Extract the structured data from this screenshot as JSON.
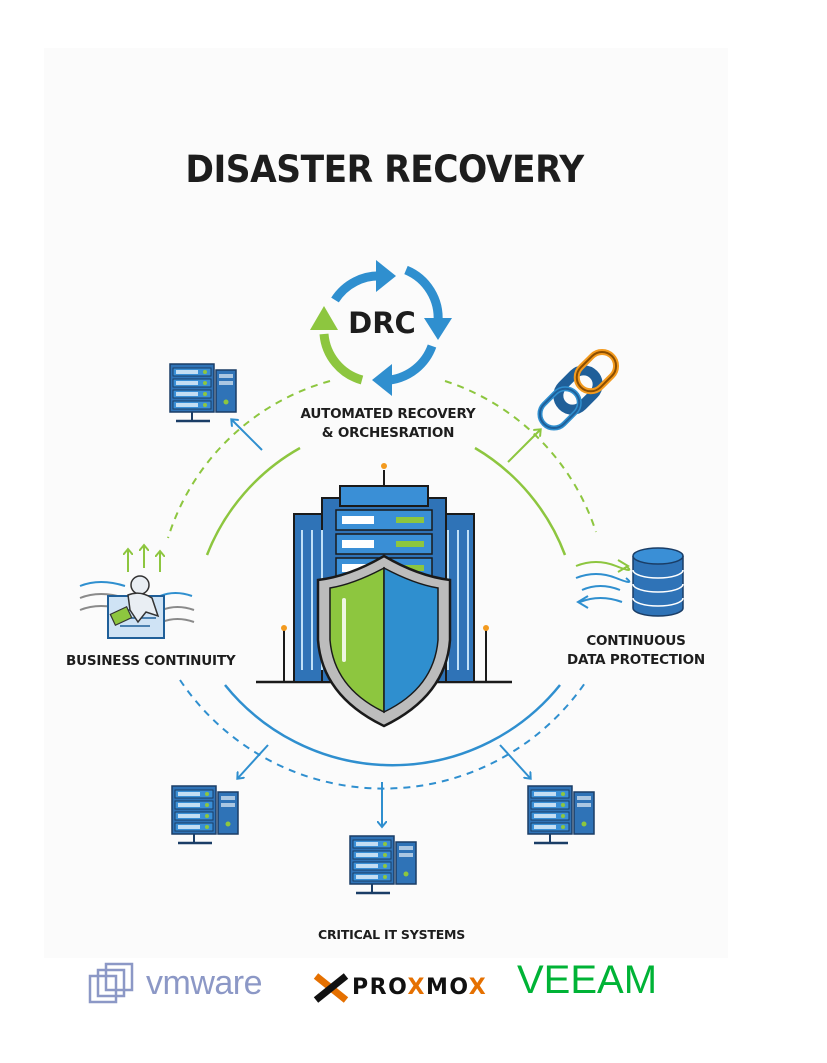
{
  "title": "DISASTER RECOVERY",
  "center_node": "DRC",
  "labels": {
    "automated_line1": "AUTOMATED RECOVERY",
    "automated_line2": "& ORCHESRATION",
    "business": "BUSINESS CONTINUITY",
    "continuous_line1": "CONTINUOUS",
    "continuous_line2": "DATA PROTECTION",
    "critical": "CRITICAL IT SYSTEMS"
  },
  "logos": {
    "vmware": "vmware",
    "proxmox_p1": "PRO",
    "proxmox_x1": "X",
    "proxmox_p2": "MO",
    "proxmox_x2": "X",
    "veeam": "VEEAM"
  },
  "colors": {
    "blue": "#2f8fcf",
    "dark_blue": "#1f5f99",
    "green": "#8dc63f",
    "orange": "#f39a1e",
    "text": "#1d1d1d"
  },
  "icons": [
    "cycle-arrows-icon",
    "server-rack-icon",
    "chain-link-icon",
    "database-icon",
    "shield-icon",
    "datacenter-icon",
    "document-person-icon"
  ]
}
